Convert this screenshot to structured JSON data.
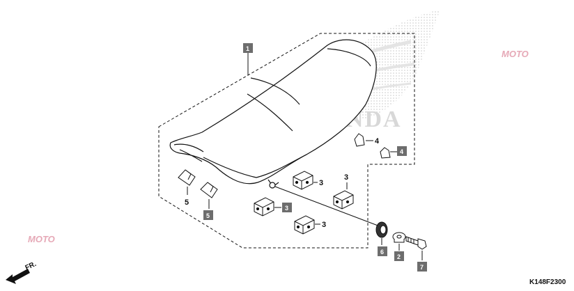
{
  "brand_watermark": "HONDA",
  "site_watermark": "MOTO",
  "diagram_code": "K148F2300",
  "front_marker": "FR.",
  "callouts": {
    "seat_box": "1",
    "rubber_box": "2",
    "damper_3_a": "3",
    "damper_3_b": "3",
    "damper_3_c": "3",
    "damper_3_box": "3",
    "cushion_4": "4",
    "cushion_4_box": "4",
    "clip_5": "5",
    "clip_5_box": "5",
    "collar_6_box": "6",
    "bolt_7_box": "7"
  },
  "colors": {
    "label_box": "#6d6d6d",
    "outline": "#111111",
    "watermark_gray": "#d8d8d8",
    "watermark_pink": "#e6a9b7"
  }
}
